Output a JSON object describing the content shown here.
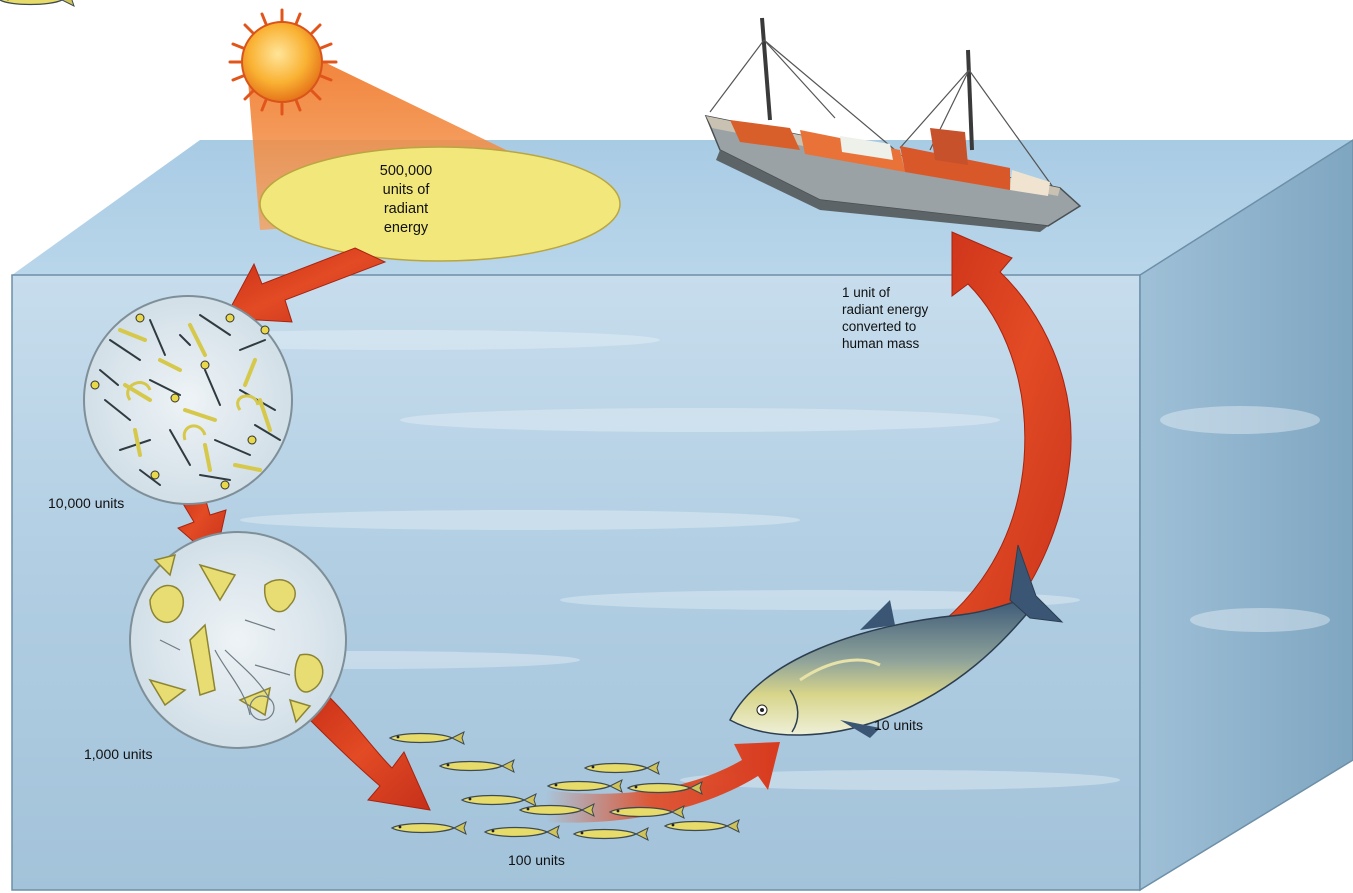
{
  "labels": {
    "radiant_energy": [
      "500,000",
      "units of",
      "radiant",
      "energy"
    ],
    "phytoplankton_units": "10,000 units",
    "zooplankton_units": "1,000 units",
    "small_fish_units": "100 units",
    "tuna_units": "10 units",
    "human_mass": [
      "1 unit of",
      "radiant energy",
      "converted to",
      "human mass"
    ]
  },
  "colors": {
    "water_top": "#aecfe6",
    "water_front": "#a9c9df",
    "water_side": "#8fb3cc",
    "arrow": "#d93a1d",
    "sun": "#f6a21c",
    "ellipse": "#f1e77a",
    "plankton": "#e8e08a"
  },
  "icons": [
    "sun-icon",
    "ship-icon",
    "phytoplankton-icon",
    "zooplankton-icon",
    "small-fish-icon",
    "tuna-icon"
  ]
}
